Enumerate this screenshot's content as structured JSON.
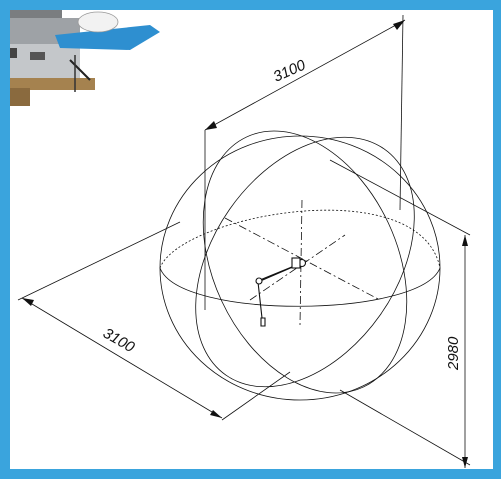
{
  "diagram": {
    "dimension_top": "3100",
    "dimension_left": "3100",
    "dimension_right": "2980"
  },
  "colors": {
    "frame_border": "#3aa4dd",
    "line": "#111111",
    "background": "#ffffff"
  },
  "icons": {
    "device": "scanner-head-device-photo",
    "arm": "articulated-measuring-arm"
  }
}
